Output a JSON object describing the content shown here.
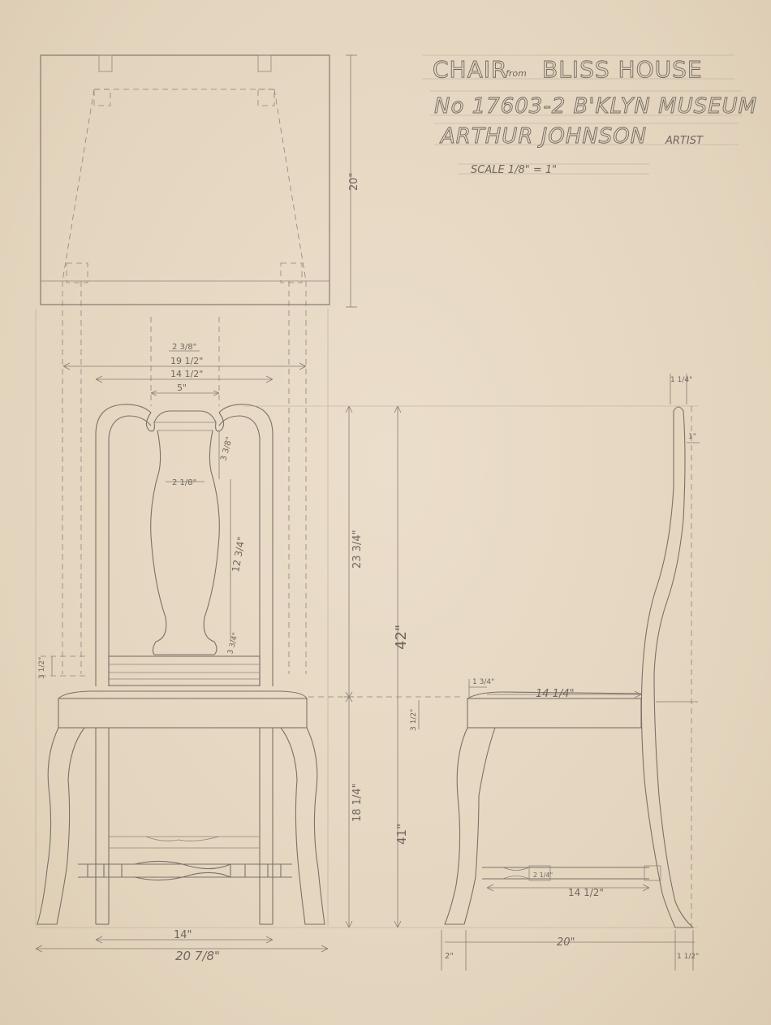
{
  "title_block": {
    "line1_a": "CHAIR",
    "line1_from": "from",
    "line1_b": "BLISS HOUSE",
    "line2": "No 17603-2  B'KLYN MUSEUM",
    "line3_a": "ARTHUR JOHNSON",
    "line3_b": "ARTIST",
    "scale": "SCALE  1/8\" = 1\""
  },
  "dimensions": {
    "plan_depth": "20\"",
    "crest_width": "2 3/8\"",
    "back_outer": "19 1/2\"",
    "back_inner": "14 1/2\"",
    "splat_top": "5\"",
    "splat_upper": "3 3/8\"",
    "splat_neck": "2 1/8\"",
    "splat_length": "12 3/4\"",
    "splat_base": "3 3/4\"",
    "rail_height": "3 1/2\"",
    "back_height": "23 3/4\"",
    "total_height": "42\"",
    "seat_height": "18 1/4\"",
    "mid_height": "41\"",
    "seat_rail": "3 1/2\"",
    "front_base": "14\"",
    "front_overall": "20 7/8\"",
    "stile_top": "1 1/4\"",
    "stile_offset": "1\"",
    "seat_side": "1 3/4\"",
    "seat_depth": "14 1/4\"",
    "stretcher_block": "2 1/4\"",
    "stretcher_len": "14 1/2\"",
    "side_depth": "20\"",
    "foot_front": "2\"",
    "foot_rear": "1 1/2\""
  }
}
